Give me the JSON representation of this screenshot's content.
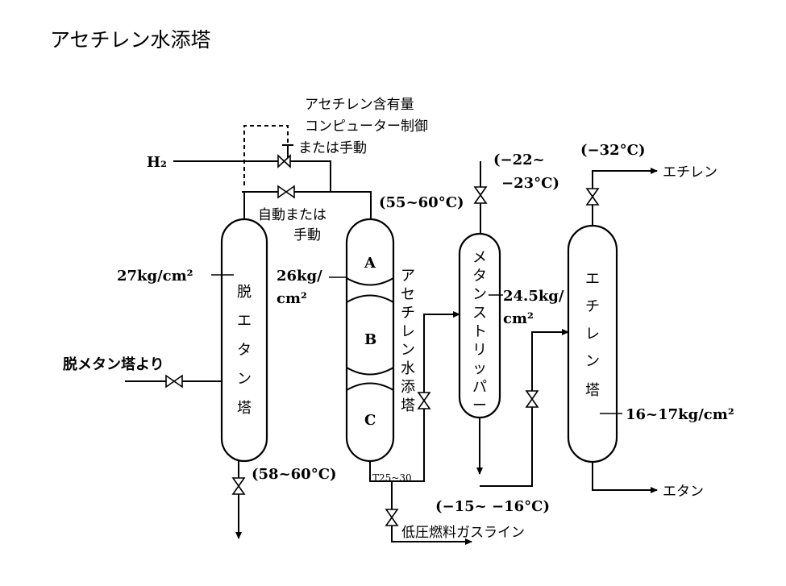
{
  "title": "アセチレン水添塔",
  "labels": {
    "h2": "H₂",
    "control_1": "アセチレン含有量",
    "control_2": "コンピューター制御",
    "control_3": "または手動",
    "auto_1": "自動または",
    "auto_2": "手動",
    "temp_inlet": "(55~60°C)",
    "temp_methane_1": "(−22~",
    "temp_methane_2": "−23°C)",
    "temp_ethylene_top": "(−32°C)",
    "ethylene": "エチレン",
    "pressure_deethanizer": "27kg/cm²",
    "pressure_hydro_1": "26kg/",
    "pressure_hydro_2": "cm²",
    "pressure_stripper_1": "24.5kg/",
    "pressure_stripper_2": "cm²",
    "pressure_ethylene": "16~17kg/cm²",
    "from_demethanizer": "脱メタン塔より",
    "temp_bottom": "(58~60°C)",
    "temp_small": "T25~30",
    "temp_reflux": "(−15~ −16°C)",
    "fuel_gas": "低圧燃料ガスライン",
    "ethane": "エタン"
  },
  "towers": {
    "deethanizer": [
      "脱",
      "エ",
      "タ",
      "ン",
      "塔"
    ],
    "hydrogenation": [
      "ア",
      "セ",
      "チ",
      "レ",
      "ン",
      "水",
      "添",
      "塔"
    ],
    "beds": [
      "A",
      "B",
      "C"
    ],
    "stripper": [
      "メ",
      "タ",
      "ン",
      "ス",
      "ト",
      "リ",
      "ッ",
      "パ",
      "ー"
    ],
    "ethylene_tower": [
      "エ",
      "チ",
      "レ",
      "ン",
      "塔"
    ]
  }
}
